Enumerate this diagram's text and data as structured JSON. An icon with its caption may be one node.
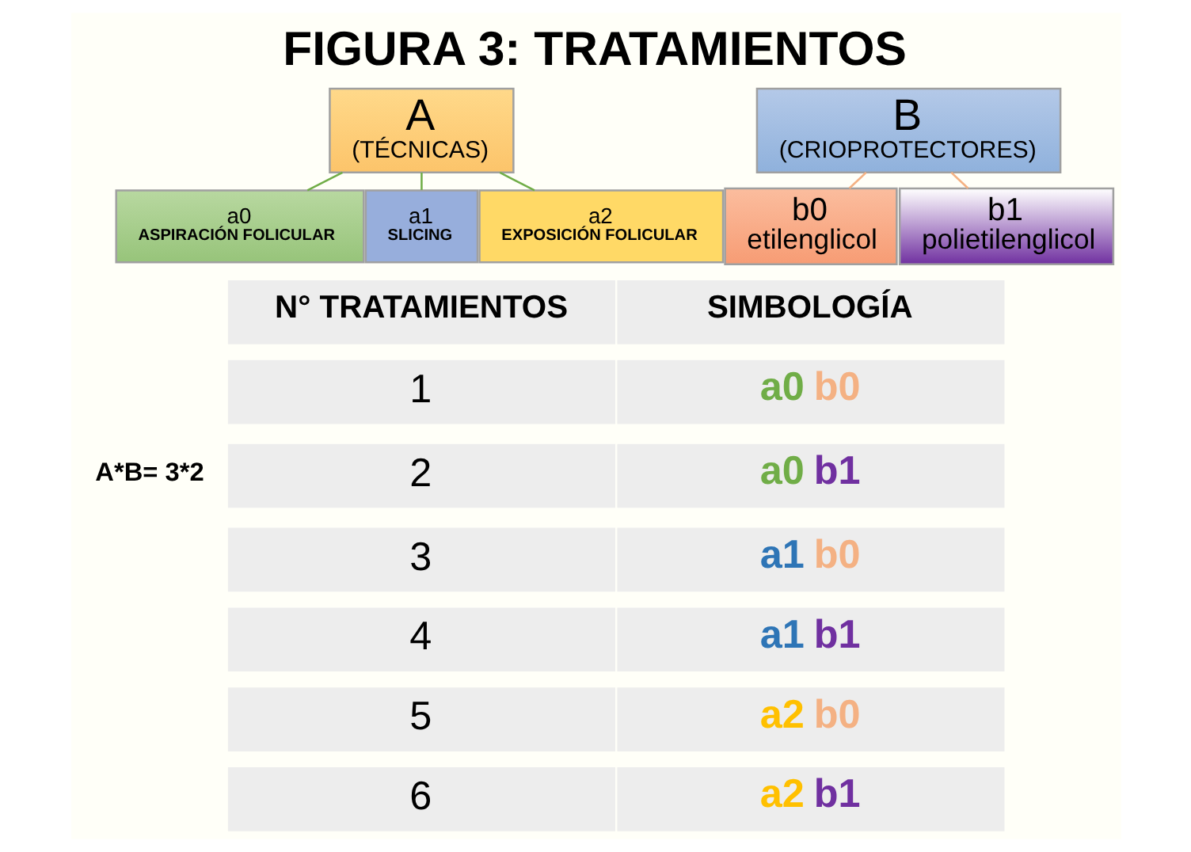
{
  "diagram": {
    "title": "FIGURA 3: TRATAMIENTOS",
    "nodes": [
      {
        "text": [
          "A",
          "(TÉCNICAS)"
        ]
      },
      {
        "text": [
          "B",
          "(CRIOPROTECTORES)"
        ]
      },
      {
        "text": [
          "a0",
          "ASPIRACIÓN FOLICULAR"
        ]
      },
      {
        "text": [
          "a1",
          "SLICING"
        ]
      },
      {
        "text": [
          "a2",
          "EXPOSICIÓN FOLICULAR"
        ]
      },
      {
        "text": [
          "b0",
          "etilenglicol"
        ]
      },
      {
        "text": [
          "b1",
          "polietilenglicol"
        ]
      }
    ],
    "edges": [
      {
        "from": 0,
        "to": 2,
        "arrow": "none"
      },
      {
        "from": 0,
        "to": 3,
        "arrow": "none"
      },
      {
        "from": 0,
        "to": 4,
        "arrow": "none"
      },
      {
        "from": 1,
        "to": 5,
        "arrow": "none",
        "color": "#f4b183"
      },
      {
        "from": 1,
        "to": 6,
        "arrow": "none",
        "color": "#f4b183"
      }
    ],
    "labels": [
      "A*B= 3*2",
      "N° TRATAMIENTOS",
      "SIMBOLOGÍA",
      "1",
      "a0 b0",
      "2",
      "a0 b1",
      "3",
      "a1 b0",
      "4",
      "a1 b1",
      "5",
      "a2 b0",
      "6",
      "a2 b1"
    ]
  }
}
